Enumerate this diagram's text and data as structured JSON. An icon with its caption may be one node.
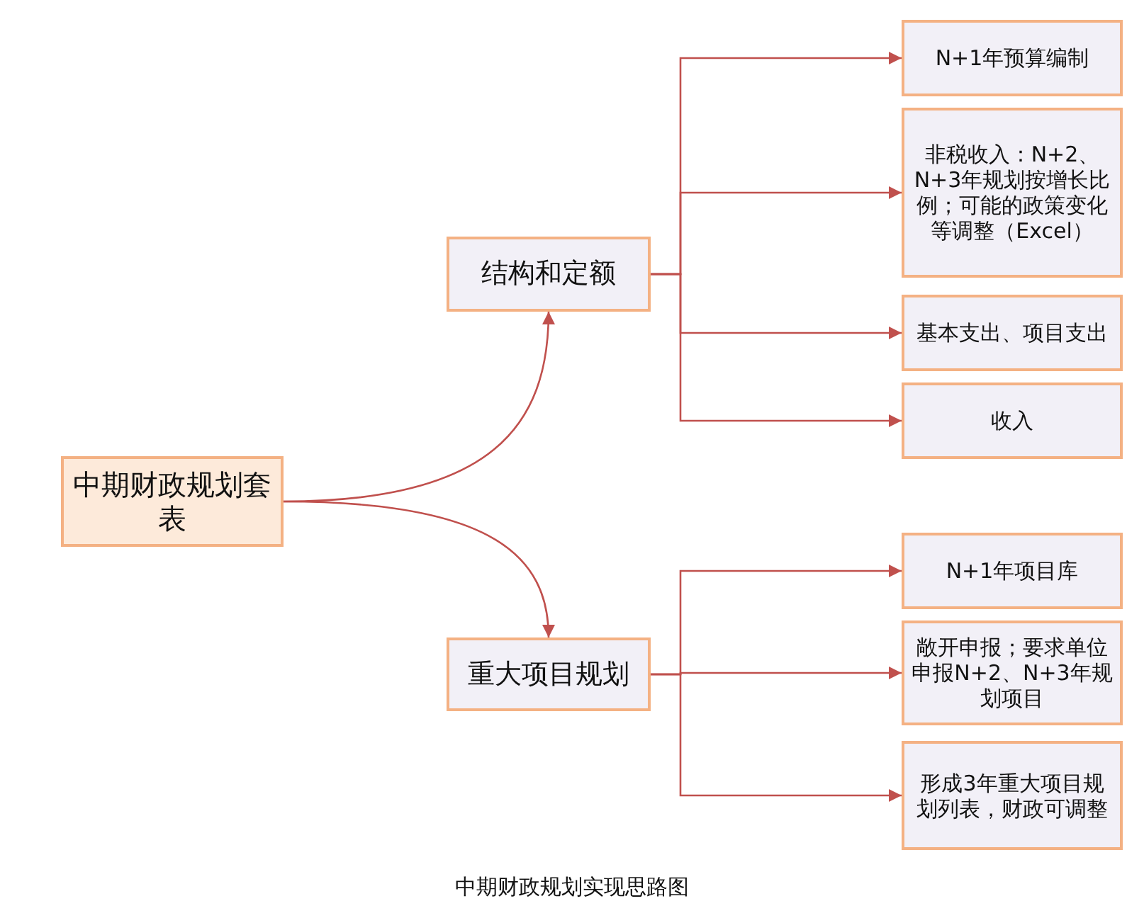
{
  "diagram": {
    "caption": "中期财政规划实现思路图",
    "nodes": [
      {
        "text": [
          "中期财政规划套表"
        ]
      },
      {
        "text": [
          "结构和定额"
        ]
      },
      {
        "text": [
          "重大项目规划"
        ]
      },
      {
        "text": [
          "N+1年预算编制"
        ]
      },
      {
        "text": [
          "非税收入：N+2、N+3年规划按增长比例；可能的政策变化等调整（Excel）"
        ]
      },
      {
        "text": [
          "基本支出、项目支出"
        ]
      },
      {
        "text": [
          "收入"
        ]
      },
      {
        "text": [
          "N+1年项目库"
        ]
      },
      {
        "text": [
          "敞开申报；要求单位申报N+2、N+3年规划项目"
        ]
      },
      {
        "text": [
          "形成3年重大项目规划列表，财政可调整"
        ]
      }
    ],
    "edges": [
      {
        "from": 0,
        "to": 1,
        "arrow": "to"
      },
      {
        "from": 0,
        "to": 2,
        "arrow": "to"
      },
      {
        "from": 1,
        "to": 3,
        "arrow": "to"
      },
      {
        "from": 1,
        "to": 4,
        "arrow": "to"
      },
      {
        "from": 1,
        "to": 5,
        "arrow": "to"
      },
      {
        "from": 1,
        "to": 6,
        "arrow": "to"
      },
      {
        "from": 2,
        "to": 7,
        "arrow": "to"
      },
      {
        "from": 2,
        "to": 8,
        "arrow": "to"
      },
      {
        "from": 2,
        "to": 9,
        "arrow": "to"
      }
    ]
  }
}
